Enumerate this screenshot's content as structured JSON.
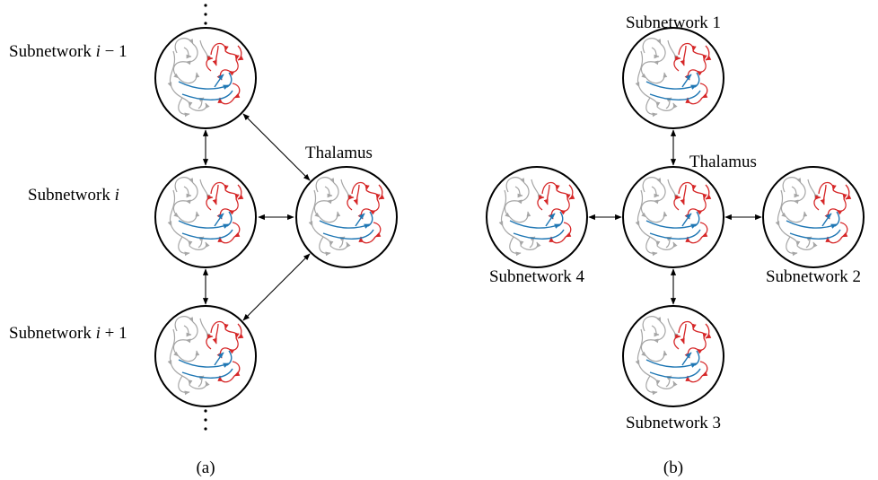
{
  "panel_a": {
    "caption": "(a)",
    "top_label": {
      "base": "Subnetwork ",
      "var": "i",
      "suffix": " − 1"
    },
    "mid_label": {
      "base": "Subnetwork ",
      "var": "i",
      "suffix": ""
    },
    "bot_label": {
      "base": "Subnetwork ",
      "var": "i",
      "suffix": " + 1"
    },
    "thalamus_label": "Thalamus"
  },
  "panel_b": {
    "caption": "(b)",
    "thalamus_label": "Thalamus",
    "sub1_label": "Subnetwork 1",
    "sub2_label": "Subnetwork 2",
    "sub3_label": "Subnetwork 3",
    "sub4_label": "Subnetwork 4"
  },
  "colors": {
    "gray_edges": "#a6a6a6",
    "red_edges": "#d62728",
    "blue_edges": "#1f77b4",
    "ring": "#000000"
  }
}
